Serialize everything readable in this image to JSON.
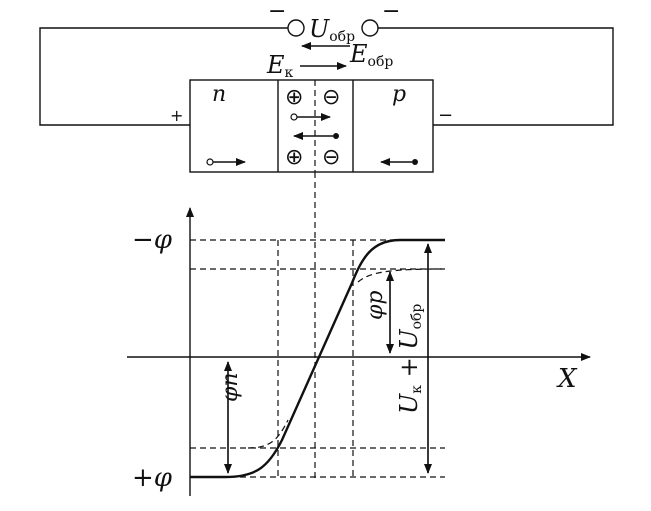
{
  "circuit": {
    "voltage_symbol": "U",
    "voltage_subscript": "обр",
    "terminal_left_sign": "−",
    "terminal_right_sign": "−",
    "field_reverse_symbol": "E",
    "field_reverse_subscript": "обр",
    "field_contact_symbol": "E",
    "field_contact_subscript": "к",
    "left_side_sign": "+",
    "right_side_sign": "−"
  },
  "crystal": {
    "n_label": "n",
    "p_label": "p",
    "junction_signs": [
      "⊕",
      "⊖",
      "⊕",
      "⊖"
    ]
  },
  "graph": {
    "y_top_label": "−φ",
    "y_bottom_label": "+φ",
    "x_axis_label": "X",
    "left_potential_label": "φn",
    "right_potential_label": "φp",
    "sum_label_main": "U",
    "sum_label_sub1": "к",
    "sum_label_plus": " + U",
    "sum_label_sub2": "обр"
  }
}
